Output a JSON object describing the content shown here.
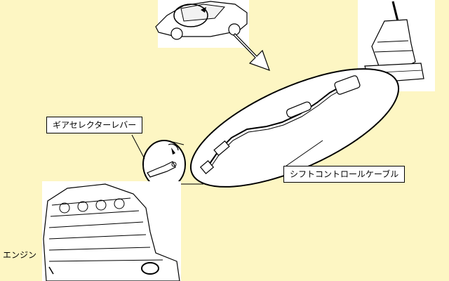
{
  "labels": {
    "gear_selector_lever": "ギアセレクターレバー",
    "shift_control_cable": "シフトコントロールケーブル",
    "engine": "エンジン"
  },
  "colors": {
    "background": "#fdf6c3",
    "panel": "#ffffff",
    "line": "#000000"
  },
  "icons": [
    "car-illustration",
    "gear-shifter-illustration",
    "shift-cable-illustration",
    "selector-lever-illustration",
    "engine-illustration"
  ]
}
